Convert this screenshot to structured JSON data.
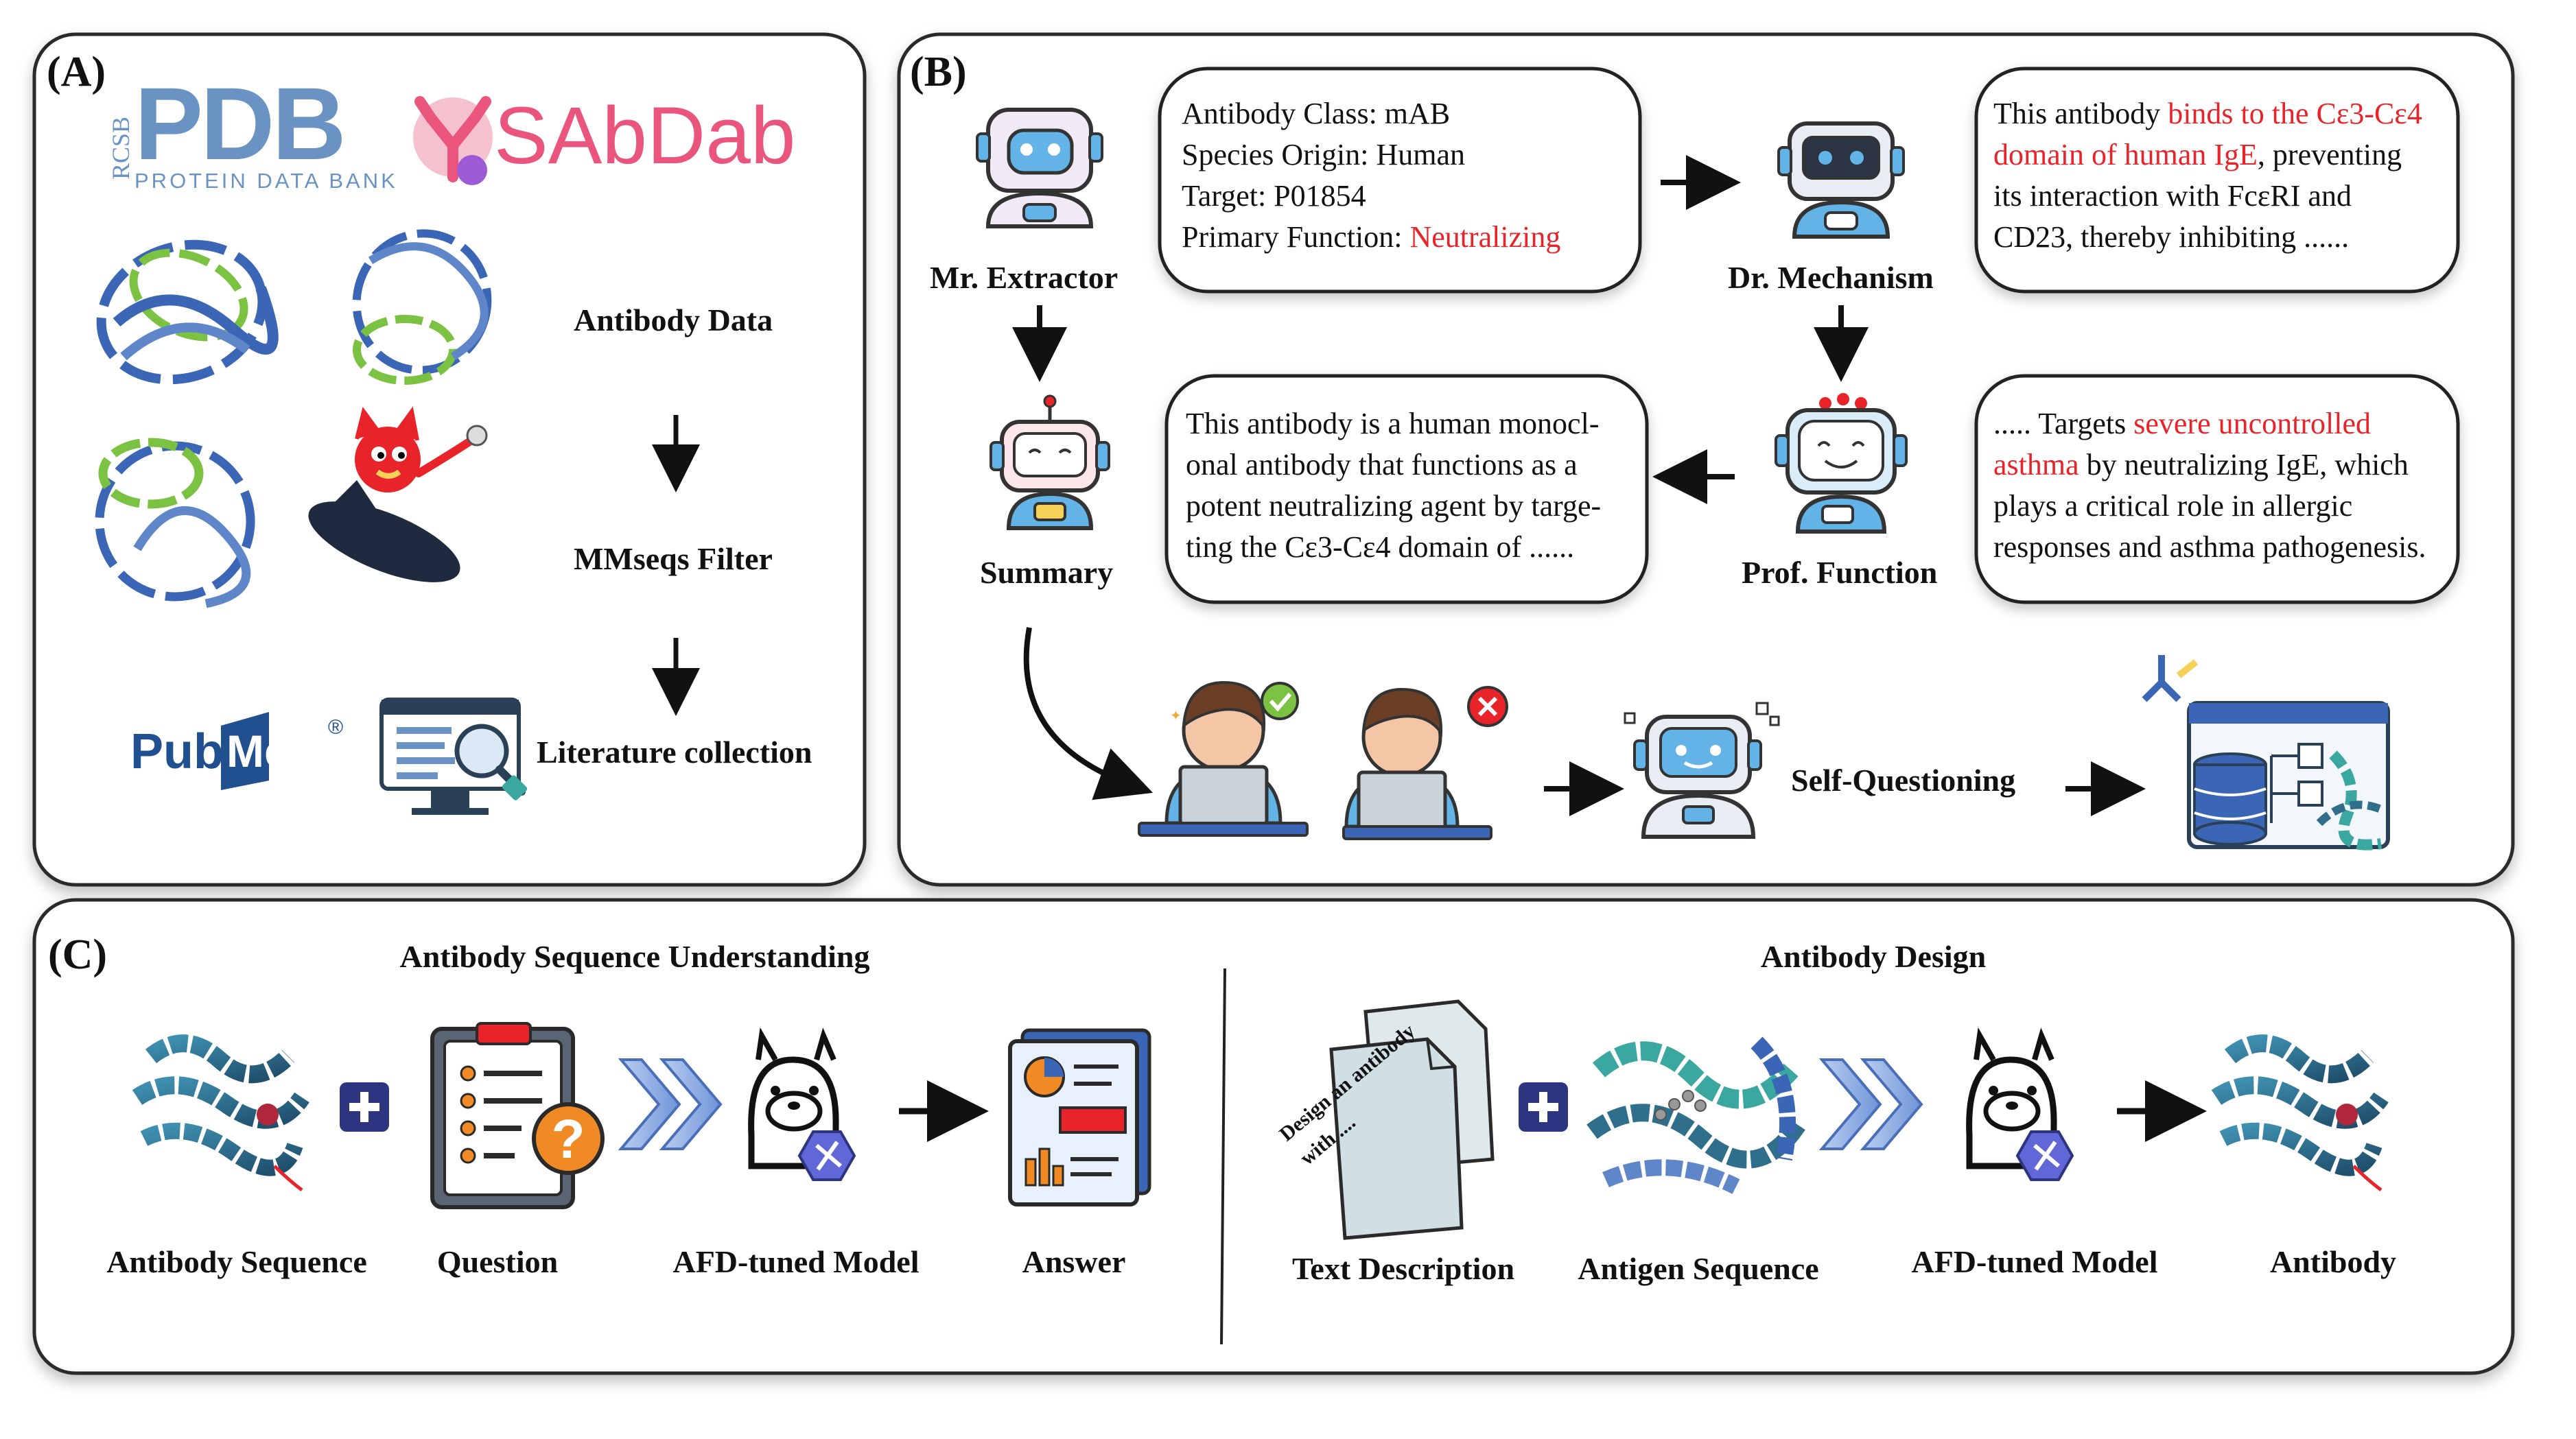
{
  "colors": {
    "accent_red": "#e8232a",
    "pdb_blue": "#6a93c4",
    "sabdab_pink": "#e9557d",
    "pubmed_blue": "#20508f",
    "panel_border": "#2a2a2a",
    "robot_blue": "#64b3e6",
    "helix_teal": "#2f6f8c",
    "green_strand": "#7cc242",
    "blue_strand": "#3a66b5"
  },
  "panelA": {
    "label": "(A)",
    "pdb_logo": "PDB",
    "pdb_side": "RCSB",
    "pdb_sub": "PROTEIN DATA BANK",
    "sabdab_logo": "SAbDab",
    "pubmed_logo_pub": "Pub",
    "pubmed_logo_med": "Med",
    "pubmed_reg": "®",
    "steps": [
      "Antibody Data",
      "MMseqs Filter",
      "Literature collection"
    ]
  },
  "panelB": {
    "label": "(B)",
    "agents": {
      "extractor": "Mr. Extractor",
      "mechanism": "Dr. Mechanism",
      "summary": "Summary",
      "function": "Prof. Function"
    },
    "extractor_box": [
      {
        "label": "Antibody Class: ",
        "value": "mAB",
        "highlight": false
      },
      {
        "label": "Species Origin: ",
        "value": "Human",
        "highlight": false
      },
      {
        "label": "Target: ",
        "value": "P01854",
        "highlight": false
      },
      {
        "label": "Primary Function: ",
        "value": "Neutralizing",
        "highlight": true
      }
    ],
    "mechanism_box": [
      [
        {
          "t": "This antibody ",
          "r": false
        },
        {
          "t": "binds to the Cε3-Cε4",
          "r": true
        }
      ],
      [
        {
          "t": " domain of human IgE",
          "r": true
        },
        {
          "t": ", preventing",
          "r": false
        }
      ],
      [
        {
          "t": "its interaction with FcεRI and",
          "r": false
        }
      ],
      [
        {
          "t": "CD23, thereby inhibiting ......",
          "r": false
        }
      ]
    ],
    "summary_box": [
      "This antibody is a human monocl-",
      "onal antibody that functions as a",
      "potent neutralizing agent by targe-",
      "ting the Cε3-Cε4 domain of ......"
    ],
    "function_box": [
      [
        {
          "t": "..... Targets ",
          "r": false
        },
        {
          "t": "severe uncontrolled",
          "r": true
        }
      ],
      [
        {
          "t": "asthma",
          "r": true
        },
        {
          "t": " by neutralizing IgE, which",
          "r": false
        }
      ],
      [
        {
          "t": "plays a critical role in allergic",
          "r": false
        }
      ],
      [
        {
          "t": "responses and asthma pathogenesis.",
          "r": false
        }
      ]
    ],
    "self_questioning": "Self-Questioning"
  },
  "panelC": {
    "label": "(C)",
    "left_title": "Antibody Sequence Understanding",
    "right_title": "Antibody Design",
    "left_items": [
      "Antibody Sequence",
      "Question",
      "AFD-tuned Model",
      "Answer"
    ],
    "right_items": [
      "Text Description",
      "Antigen Sequence",
      "AFD-tuned Model",
      "Antibody"
    ],
    "doc_text": [
      "Design an antibody",
      "with ...."
    ],
    "question_mark": "?"
  }
}
